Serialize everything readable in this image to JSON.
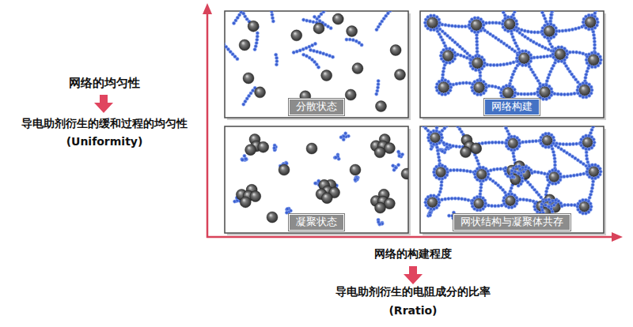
{
  "diagram": {
    "nodes": [
      {
        "text": [
          "分散状态"
        ]
      },
      {
        "text": [
          "网络构建"
        ]
      },
      {
        "text": [
          "凝聚状态"
        ]
      },
      {
        "text": [
          "网状结构与凝聚体共存"
        ]
      }
    ],
    "labels": [
      "网络的均匀性",
      "导电助剂衍生的缓和过程的均匀性",
      "(Uniformity)",
      "网络的构建程度",
      "导电助剂衍生的电阻成分的比率",
      "(Rratio)"
    ]
  }
}
